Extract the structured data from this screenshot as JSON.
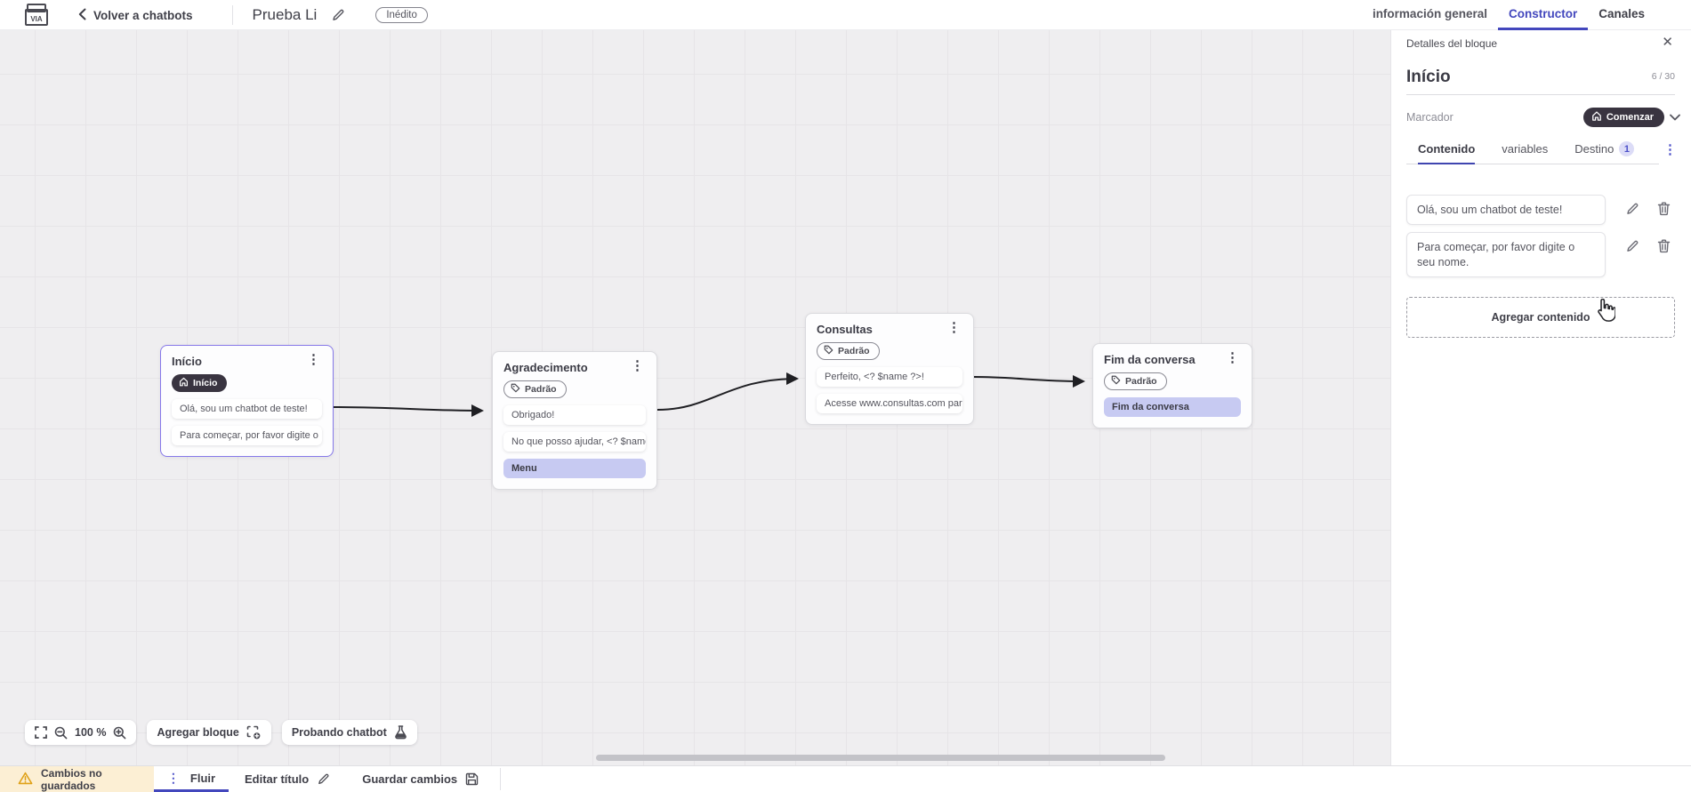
{
  "topbar": {
    "logo": "VIA",
    "back": {
      "label": "Volver a chatbots"
    },
    "title": "Prueba Li",
    "status_badge": "Inédito",
    "tabs": [
      {
        "label": "información general",
        "active": false
      },
      {
        "label": "Constructor",
        "active": true
      },
      {
        "label": "Canales",
        "active": false
      }
    ]
  },
  "panel": {
    "title": "Detalles del bloque",
    "close_glyph": "✕",
    "block_name": "Início",
    "char_counter": "6 / 30",
    "marker": {
      "label": "Marcador",
      "value": "Comenzar"
    },
    "tabs": [
      {
        "label": "Contenido",
        "active": true
      },
      {
        "label": "variables",
        "active": false
      },
      {
        "label": "Destino",
        "badge": "1",
        "active": false
      }
    ],
    "menu_glyph": "⋮",
    "contents": [
      {
        "text": "Olá, sou um chatbot de teste!"
      },
      {
        "text": "Para começar, por favor digite o seu nome."
      }
    ],
    "add_content": "Agregar contenido"
  },
  "canvas": {
    "nodes": [
      {
        "title": "Início",
        "badge": "Início",
        "menu_glyph": "⋮",
        "cards": [
          {
            "text": "Olá, sou um chatbot de teste!"
          },
          {
            "text": "Para começar, por favor digite o ..."
          }
        ]
      },
      {
        "title": "Agradecimento",
        "badge": "Padrão",
        "menu_glyph": "⋮",
        "cards": [
          {
            "text": "Obrigado!"
          },
          {
            "text": "No que posso ajudar, <? $name ..."
          },
          {
            "text": "Menu"
          }
        ]
      },
      {
        "title": "Consultas",
        "badge": "Padrão",
        "menu_glyph": "⋮",
        "cards": [
          {
            "text": "Perfeito, <? $name ?>!"
          },
          {
            "text": "Acesse www.consultas.com par..."
          }
        ]
      },
      {
        "title": "Fim da conversa",
        "badge": "Padrão",
        "menu_glyph": "⋮",
        "cards": [
          {
            "text": "Fim da conversa"
          }
        ]
      }
    ],
    "controls": {
      "zoom_level": "100 %",
      "add_block": "Agregar bloque",
      "test_chatbot": "Probando chatbot"
    }
  },
  "bottombar": {
    "warning": "Cambios no guardados",
    "menu_glyph": "⋮",
    "flow_tab": "Fluir",
    "edit_title": "Editar título",
    "save": "Guardar cambios"
  },
  "colors": {
    "accent_indigo": "#4347bd",
    "selected_node_border": "#8678e9",
    "action_card_bg": "#c7caf2",
    "dark_pill_bg": "#393440",
    "warning_bg": "#fcefd4",
    "warning_icon": "#edb726",
    "canvas_bg": "#efeef0"
  }
}
